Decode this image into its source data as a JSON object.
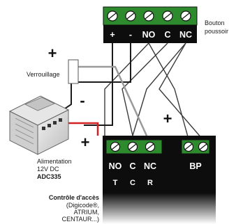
{
  "top_block": {
    "label_line1": "Bouton",
    "label_line2": "poussoir",
    "terminals": [
      "+",
      "-",
      "NO",
      "C",
      "NC"
    ]
  },
  "signs": {
    "plus_top": "+",
    "minus": "-",
    "plus_mid": "+",
    "plus_bottom": "+"
  },
  "lock_label": "Verrouillage",
  "power_supply": {
    "line1": "Alimentation",
    "line2": "12V DC",
    "model": "ADC335"
  },
  "access_block": {
    "relay_terminals": [
      "NO",
      "C",
      "NC"
    ],
    "relay_sub": [
      "T",
      "C",
      "R"
    ],
    "bp_label": "BP",
    "title": "Contrôle d'accès",
    "line1": "(Digicode®,",
    "line2": "ATRIUM,",
    "line3": "CENTAUR...)"
  },
  "colors": {
    "block": "#0d0d0d",
    "terminal_green": "#2d8a2d",
    "wire_red": "#d42020",
    "wire_gray": "#9a9a9a",
    "wire_black": "#1a1a1a"
  }
}
